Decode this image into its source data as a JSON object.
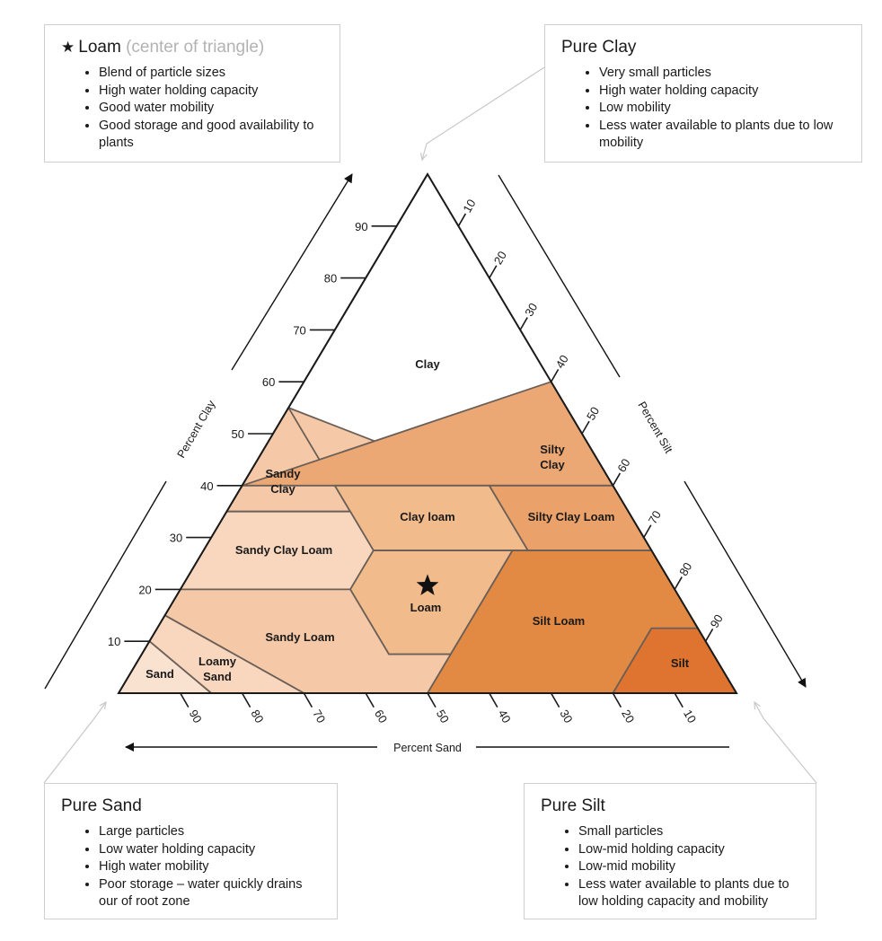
{
  "boxes": {
    "loam": {
      "title": "Loam",
      "title_note": "(center of triangle)",
      "icon": "star-icon",
      "items": [
        "Blend of particle sizes",
        "High water holding capacity",
        "Good water mobility",
        "Good storage and good availability to plants"
      ]
    },
    "clay": {
      "title": "Pure Clay",
      "items": [
        "Very small particles",
        "High water holding capacity",
        "Low mobility",
        "Less water available to plants due to low mobility"
      ]
    },
    "sand": {
      "title": "Pure Sand",
      "items": [
        "Large particles",
        "Low water holding capacity",
        "High water mobility",
        "Poor storage – water quickly drains our of root zone"
      ]
    },
    "silt": {
      "title": "Pure Silt",
      "items": [
        "Small particles",
        "Low-mid holding capacity",
        "Low-mid mobility",
        "Less water available to plants due to low holding capacity and mobility"
      ]
    }
  },
  "axes": {
    "clay": {
      "title": "Percent Clay",
      "ticks": [
        "10",
        "20",
        "30",
        "40",
        "50",
        "60",
        "70",
        "80",
        "90"
      ]
    },
    "silt": {
      "title": "Percent Silt",
      "ticks": [
        "10",
        "20",
        "30",
        "40",
        "50",
        "60",
        "70",
        "80",
        "90"
      ]
    },
    "sand": {
      "title": "Percent Sand",
      "ticks": [
        "90",
        "80",
        "70",
        "60",
        "50",
        "40",
        "30",
        "20",
        "10"
      ]
    }
  },
  "regions": [
    {
      "name": "Clay",
      "lines": [
        "Clay"
      ],
      "color": "#f5c9a7",
      "poly": [
        [
          0,
          100
        ],
        [
          45,
          55
        ],
        [
          20,
          40
        ],
        [
          45,
          40
        ],
        [
          60,
          40
        ]
      ]
    },
    {
      "name": "Sandy Clay",
      "lines": [
        "Sandy",
        "Clay"
      ],
      "color": "#f5c9a7",
      "poly": [
        [
          45,
          55
        ],
        [
          65,
          35
        ],
        [
          45,
          35
        ],
        [
          45,
          40
        ]
      ]
    },
    {
      "name": "Silty Clay",
      "lines": [
        "Silty",
        "Clay"
      ],
      "color": "#eba874",
      "poly": [
        [
          0,
          60
        ],
        [
          0,
          40
        ],
        [
          20,
          40
        ],
        [
          60,
          40
        ]
      ]
    },
    {
      "name": "Clay loam",
      "lines": [
        "Clay loam"
      ],
      "color": "#f1bb8b",
      "poly": [
        [
          45,
          40
        ],
        [
          45,
          27.5
        ],
        [
          20,
          27.5
        ],
        [
          20,
          40
        ]
      ]
    },
    {
      "name": "Silty Clay Loam",
      "lines": [
        "Silty Clay Loam"
      ],
      "color": "#eba26a",
      "poly": [
        [
          20,
          40
        ],
        [
          20,
          27.5
        ],
        [
          0,
          27.5
        ],
        [
          0,
          40
        ]
      ]
    },
    {
      "name": "Sandy Clay Loam",
      "lines": [
        "Sandy Clay Loam"
      ],
      "color": "#f8d7be",
      "poly": [
        [
          65,
          35
        ],
        [
          45,
          35
        ],
        [
          45,
          27.5
        ],
        [
          52.5,
          20
        ],
        [
          80,
          20
        ]
      ]
    },
    {
      "name": "Loam",
      "lines": [
        "Loam"
      ],
      "color": "#f1bb8b",
      "poly": [
        [
          45,
          27.5
        ],
        [
          52.5,
          20
        ],
        [
          52.5,
          7.5
        ],
        [
          42.5,
          7.5
        ],
        [
          22.5,
          27.5
        ]
      ]
    },
    {
      "name": "Sandy Loam",
      "lines": [
        "Sandy Loam"
      ],
      "color": "#f5c9a7",
      "poly": [
        [
          80,
          20
        ],
        [
          52.5,
          20
        ],
        [
          52.5,
          7.5
        ],
        [
          42.5,
          7.5
        ],
        [
          50,
          0
        ],
        [
          70,
          0
        ],
        [
          85,
          15
        ]
      ]
    },
    {
      "name": "Loamy Sand",
      "lines": [
        "Loamy",
        "Sand"
      ],
      "color": "#f8d7be",
      "poly": [
        [
          85,
          15
        ],
        [
          70,
          0
        ],
        [
          85,
          0
        ],
        [
          90,
          10
        ]
      ]
    },
    {
      "name": "Sand",
      "lines": [
        "Sand"
      ],
      "color": "#fae2d0",
      "poly": [
        [
          100,
          0
        ],
        [
          90,
          10
        ],
        [
          85,
          0
        ]
      ]
    },
    {
      "name": "Silt Loam",
      "lines": [
        "Silt Loam"
      ],
      "color": "#e28a43",
      "poly": [
        [
          50,
          0
        ],
        [
          22.5,
          27.5
        ],
        [
          0,
          27.5
        ],
        [
          0,
          12.5
        ],
        [
          7.5,
          12.5
        ],
        [
          20,
          0
        ]
      ]
    },
    {
      "name": "Silt",
      "lines": [
        "Silt"
      ],
      "color": "#de7430",
      "poly": [
        [
          20,
          0
        ],
        [
          7.5,
          12.5
        ],
        [
          0,
          12.5
        ],
        [
          0,
          0
        ]
      ]
    }
  ],
  "loam_marker": {
    "icon": "star-icon",
    "sand": 40,
    "clay": 20
  }
}
